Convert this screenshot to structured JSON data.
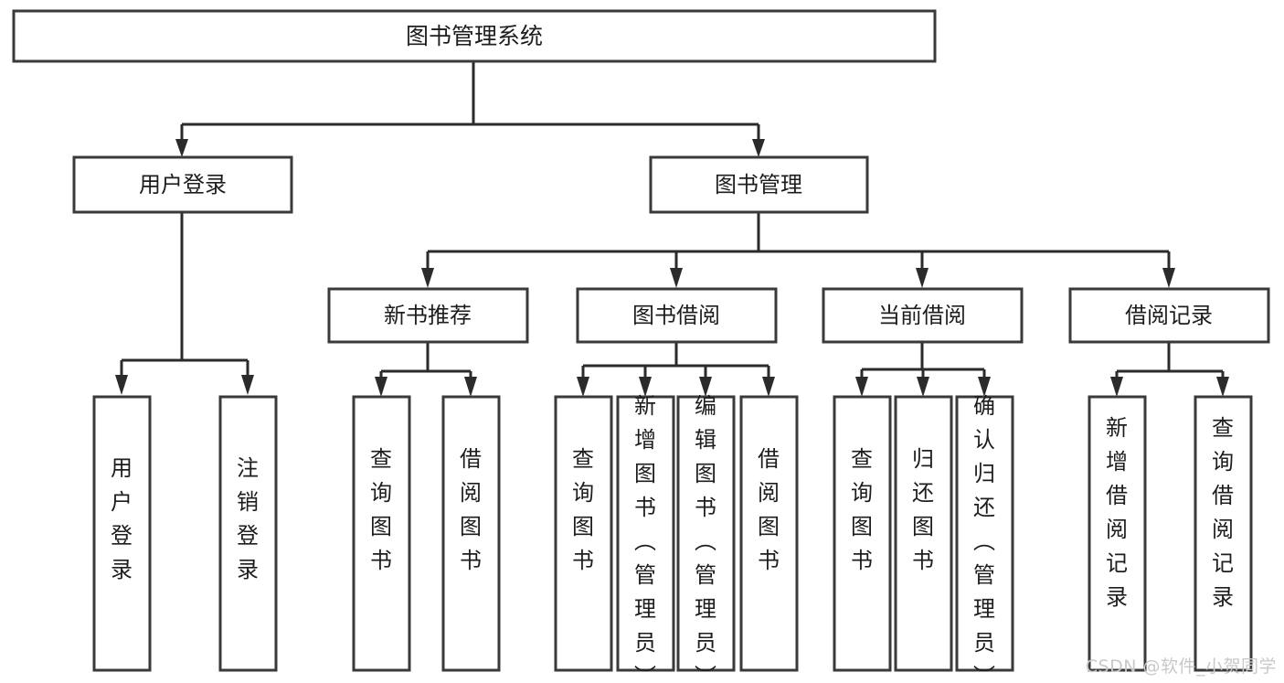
{
  "diagram": {
    "type": "tree-hierarchy-flowchart",
    "orientation": "top-down",
    "root": {
      "label": "图书管理系统"
    },
    "level2": [
      {
        "id": "user-login",
        "label": "用户登录"
      },
      {
        "id": "book-management",
        "label": "图书管理"
      }
    ],
    "level3": [
      {
        "id": "new-book-recommend",
        "label": "新书推荐",
        "parent": "book-management"
      },
      {
        "id": "book-borrow",
        "label": "图书借阅",
        "parent": "book-management"
      },
      {
        "id": "current-borrow",
        "label": "当前借阅",
        "parent": "book-management"
      },
      {
        "id": "borrow-record",
        "label": "借阅记录",
        "parent": "book-management"
      }
    ],
    "leaves": {
      "user-login": [
        {
          "id": "leaf-user-login",
          "label": "用户登录"
        },
        {
          "id": "leaf-logout-login",
          "label": "注销登录"
        }
      ],
      "new-book-recommend": [
        {
          "id": "leaf-query-book-1",
          "label": "查询图书"
        },
        {
          "id": "leaf-borrow-book-1",
          "label": "借阅图书"
        }
      ],
      "book-borrow": [
        {
          "id": "leaf-query-book-2",
          "label": "查询图书"
        },
        {
          "id": "leaf-add-book",
          "label": "新增图书（管理员）"
        },
        {
          "id": "leaf-edit-book",
          "label": "编辑图书（管理员）"
        },
        {
          "id": "leaf-borrow-book-2",
          "label": "借阅图书"
        }
      ],
      "current-borrow": [
        {
          "id": "leaf-query-book-3",
          "label": "查询图书"
        },
        {
          "id": "leaf-return-book",
          "label": "归还图书"
        },
        {
          "id": "leaf-confirm-return",
          "label": "确认归还（管理员）"
        }
      ],
      "borrow-record": [
        {
          "id": "leaf-add-record",
          "label": "新增借阅记录"
        },
        {
          "id": "leaf-query-record",
          "label": "查询借阅记录"
        }
      ]
    },
    "colors": {
      "box_stroke": "#3a3a3a",
      "edge_stroke": "#2b2b2b",
      "box_fill": "#ffffff",
      "text": "#1d1d1d",
      "watermark": "#c9c9c9",
      "background": "#ffffff"
    }
  },
  "watermark": {
    "text": "CSDN @软件_小贺同学"
  }
}
